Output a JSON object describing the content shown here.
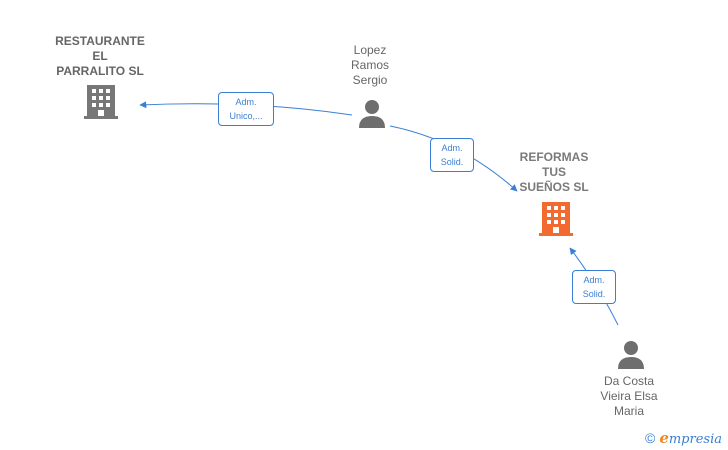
{
  "nodes": {
    "restaurante": {
      "label": "RESTAURANTE\nEL\nPARRALITO SL",
      "type": "company"
    },
    "lopez": {
      "label": "Lopez\nRamos\nSergio",
      "type": "person"
    },
    "reformas": {
      "label": "REFORMAS\nTUS\nSUEÑOS  SL",
      "type": "company-focus"
    },
    "dacosta": {
      "label": "Da Costa\nVieira Elsa\nMaria",
      "type": "person"
    }
  },
  "edges": {
    "lopez_restaurante": {
      "label": "Adm.\nUnico,..."
    },
    "lopez_reformas": {
      "label": "Adm.\nSolid."
    },
    "dacosta_reformas": {
      "label": "Adm.\nSolid."
    }
  },
  "colors": {
    "edge": "#3a7fd5",
    "company": "#777777",
    "focus_company": "#f26a30",
    "person": "#6e6e6e"
  },
  "footer": {
    "copyright": "©",
    "brand_initial": "e",
    "brand_rest": "mpresia"
  }
}
